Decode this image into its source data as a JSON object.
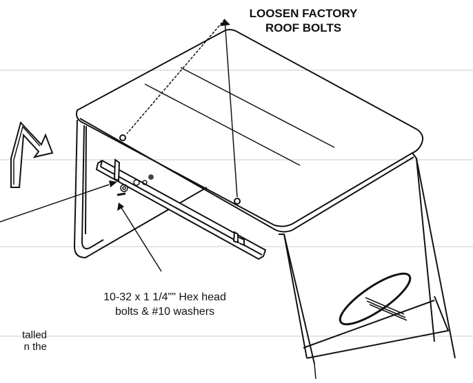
{
  "callouts": {
    "roof_bolts": {
      "line1": "LOOSEN FACTORY",
      "line2": "ROOF BOLTS"
    },
    "hex_bolts": {
      "line1": "10-32 x 1 1/4\"\" Hex head",
      "line2": "bolts & #10 washers"
    },
    "cut_off_text": {
      "line1": "talled",
      "line2": "n the"
    }
  },
  "colors": {
    "line": "#111111",
    "rule": "#c8c8c8",
    "background": "#ffffff"
  }
}
